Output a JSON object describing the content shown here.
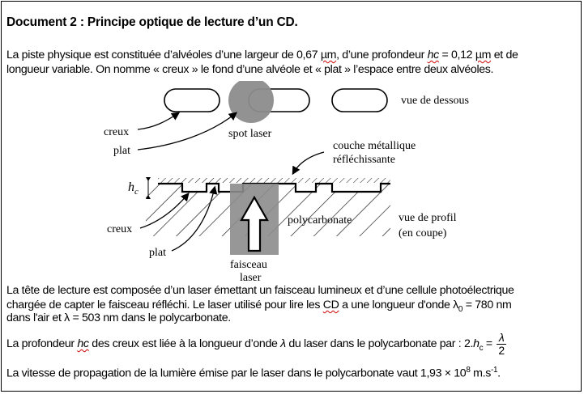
{
  "title": "Document 2 : Principe optique de lecture d’un CD.",
  "intro": {
    "line1_a": "La piste physique est constituée d’alvéoles d’une largeur de 0,67 ",
    "unit_um_1": "µm",
    "line1_b": ", d’une profondeur ",
    "hc_sym": "hc",
    "line1_c": " = 0,12 ",
    "unit_um_2": "µm",
    "line1_d": " et de",
    "line2": "longueur variable. On nomme « creux » le fond d’une alvéole et « plat » l’espace entre deux alvéoles."
  },
  "figure": {
    "top_view_label": "vue de dessous",
    "creux_label": "creux",
    "plat_label": "plat",
    "spot_label": "spot laser",
    "metal_label_1": "couche métallique",
    "metal_label_2": "réfléchissante",
    "hc_label": "h",
    "hc_sub": "c",
    "creux_label_2": "creux",
    "polycarbonate_label": "polycarbonate",
    "profile_label_1": "vue de profil",
    "profile_label_2": "(en coupe)",
    "plat_label_2": "plat",
    "beam_label_1": "faisceau",
    "beam_label_2": "laser"
  },
  "body": {
    "p1_line1": "La tête de lecture est composée d’un laser émettant un faisceau lumineux et d’une cellule photoélectrique",
    "p1_line2_a": "chargée de capter le faisceau réfléchi. Le laser utilisé pour lire les ",
    "p1_line2_cd": "CD",
    "p1_line2_b": " a une longueur d'onde λ",
    "p1_line2_sub": "0",
    "p1_line2_c": " = 780 nm",
    "p1_line3": "dans l'air et λ = 503 nm dans le polycarbonate.",
    "p2_a": "La profondeur ",
    "p2_hc": "hc",
    "p2_b": " des creux est liée à la longueur d’onde ",
    "p2_lambda": "λ",
    "p2_c": " du laser dans le polycarbonate par :  2.",
    "p2_h": "h",
    "p2_hsub": "c",
    "p2_eq": " = ",
    "frac_num": "λ",
    "frac_den": "2",
    "p3_a": "La vitesse de propagation de la lumière émise par le laser dans le polycarbonate vaut 1,93 × 10",
    "p3_exp": "8",
    "p3_b": " m.s",
    "p3_exp2": "-1",
    "p3_c": "."
  }
}
